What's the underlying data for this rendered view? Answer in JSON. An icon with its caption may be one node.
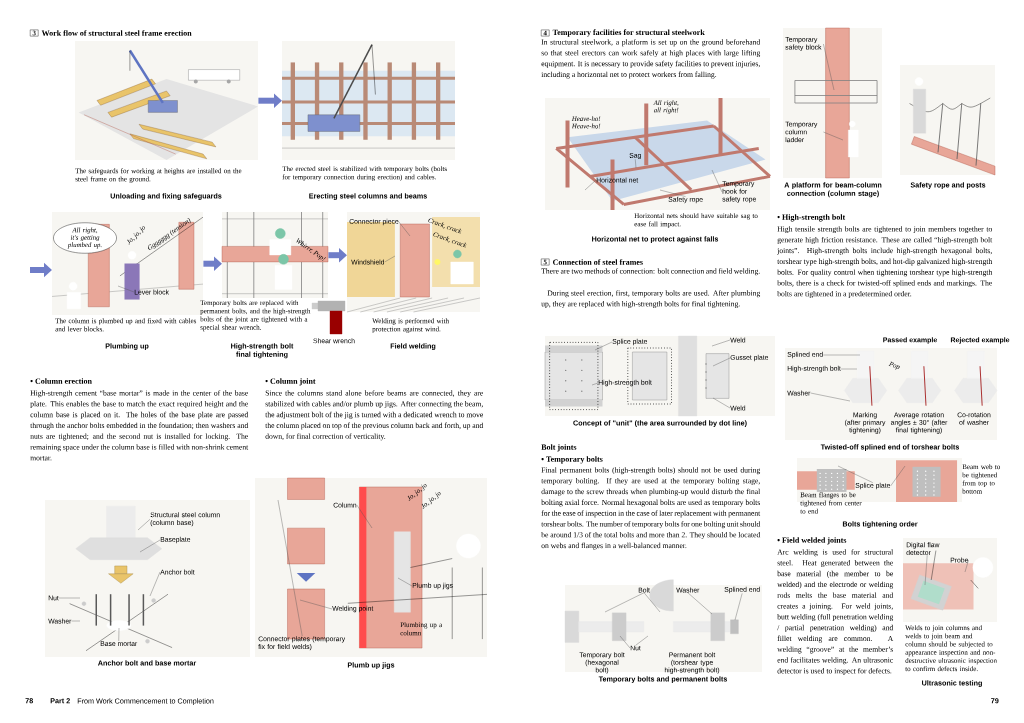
{
  "diagram": {
    "nodes": [
      {
        "text": [
          "3"
        ],
        "beside": [
          "Work flow of structural steel frame erection"
        ]
      },
      {
        "text": [],
        "shape": "picture",
        "beside": [
          "The safeguards for working at heights are installed on the steel frame on the ground.",
          "Unloading and fixing safeguards"
        ]
      },
      {
        "text": [],
        "shape": "picture",
        "beside": [
          "The erected steel is stabilized with temporary bolts (bolts for temporary connection during erection) and cables.",
          "Erecting steel columns and beams"
        ]
      },
      {
        "text": [],
        "shape": "picture",
        "beside": [
          "The column is plumbed up and fixed with cables and lever blocks.",
          "Plumbing up"
        ]
      },
      {
        "text": [
          "All right, it's getting plumbed up."
        ],
        "in": 3
      },
      {
        "text": [
          "Lever block"
        ],
        "in": 3
      },
      {
        "text": [],
        "shape": "picture",
        "beside": [
          "Temporary bolts are replaced with permanent bolts, and the high-strength bolts of the joint are tightened with a special shear wrench.",
          "High-strength bolt final tightening"
        ]
      },
      {
        "text": [],
        "shape": "picture",
        "beside": [
          "Welding is performed with protection against wind.",
          "Field welding"
        ]
      },
      {
        "text": [
          "Connector piece"
        ],
        "in": 7
      },
      {
        "text": [
          "Windshield"
        ],
        "in": 7
      },
      {
        "text": [],
        "shape": "picture",
        "beside": [
          "Anchor bolt and base mortar"
        ]
      },
      {
        "text": [
          "Structural steel column (column base)"
        ],
        "in": 10
      },
      {
        "text": [
          "Baseplate"
        ],
        "in": 10
      },
      {
        "text": [
          "Anchor bolt"
        ],
        "in": 10
      },
      {
        "text": [
          "Nut"
        ],
        "in": 10
      },
      {
        "text": [
          "Washer"
        ],
        "in": 10
      },
      {
        "text": [
          "Base mortar"
        ],
        "in": 10
      },
      {
        "text": [],
        "shape": "picture",
        "beside": [
          "Plumb up jigs"
        ]
      },
      {
        "text": [
          "Column"
        ],
        "in": 17
      },
      {
        "text": [
          "Plumb up jigs"
        ],
        "in": 17
      },
      {
        "text": [
          "Welding point"
        ],
        "in": 17
      },
      {
        "text": [
          "Connector plates (temporary fix for field welds)"
        ],
        "in": 17
      },
      {
        "text": [
          "4"
        ],
        "beside": [
          "Temporary facilities for structural steelwork"
        ]
      },
      {
        "text": [],
        "shape": "picture",
        "beside": [
          "Horizontal nets should have suitable sag to ease fall impact.",
          "Horizontal net to protect against falls"
        ]
      },
      {
        "text": [
          "Sag"
        ],
        "in": 23
      },
      {
        "text": [
          "Horizontal net"
        ],
        "in": 23
      },
      {
        "text": [
          "Safety rope"
        ],
        "in": 23
      },
      {
        "text": [
          "Temporary hook for safety rope"
        ],
        "in": 23
      },
      {
        "text": [],
        "shape": "picture",
        "beside": [
          "A platform for beam-column connection (column stage)"
        ]
      },
      {
        "text": [
          "Temporary safety block"
        ],
        "in": 28
      },
      {
        "text": [
          "Temporary column ladder"
        ],
        "in": 28
      },
      {
        "text": [],
        "shape": "picture",
        "beside": [
          "Safety rope and posts"
        ]
      },
      {
        "text": [
          "5"
        ],
        "beside": [
          "Connection of steel frames"
        ]
      },
      {
        "text": [],
        "shape": "picture",
        "beside": [
          "Concept of \"unit\" (the area surrounded by dot line)"
        ]
      },
      {
        "text": [
          "Splice plate"
        ],
        "in": 33
      },
      {
        "text": [
          "High-strength bolt"
        ],
        "in": 33
      },
      {
        "text": [
          "Weld"
        ],
        "in": 33
      },
      {
        "text": [
          "Gusset plate"
        ],
        "in": 33
      },
      {
        "text": [
          "Weld"
        ],
        "in": 33
      },
      {
        "text": [],
        "shape": "picture",
        "beside": [
          "Twisted-off splined end of torshear bolts"
        ]
      },
      {
        "text": [
          "Splined end"
        ],
        "in": 39
      },
      {
        "text": [
          "High-strength bolt"
        ],
        "in": 39
      },
      {
        "text": [
          "Washer"
        ],
        "in": 39
      },
      {
        "text": [],
        "shape": "picture",
        "beside": [
          "Bolts tightening order"
        ]
      },
      {
        "text": [
          "Splice plate"
        ],
        "in": 43
      },
      {
        "text": [],
        "shape": "picture",
        "beside": [
          "Temporary bolts and permanent bolts"
        ]
      },
      {
        "text": [
          "Bolt"
        ],
        "in": 45
      },
      {
        "text": [
          "Washer"
        ],
        "in": 45
      },
      {
        "text": [
          "Splined end"
        ],
        "in": 45
      },
      {
        "text": [
          "Nut"
        ],
        "in": 45
      },
      {
        "text": [],
        "shape": "picture",
        "beside": [
          "Welds to join columns and welds to join beam and column should be subjected to appearance inspection and non-destructive ultrasonic inspection to confirm defects inside.",
          "Ultrasonic testing"
        ]
      },
      {
        "text": [
          "Digital flaw detector"
        ],
        "in": 50
      },
      {
        "text": [
          "Probe"
        ],
        "in": 50
      }
    ],
    "edges": [
      {
        "from": 1,
        "to": 2,
        "arrow": "to",
        "style": "thick",
        "color": "#6f7dc8"
      },
      {
        "from": null,
        "to": 3,
        "arrow": "to",
        "style": "thick",
        "color": "#6f7dc8"
      },
      {
        "from": 3,
        "to": 6,
        "arrow": "to",
        "style": "thick",
        "color": "#6f7dc8"
      },
      {
        "from": 6,
        "to": 7,
        "arrow": "to",
        "style": "thick",
        "color": "#6f7dc8"
      },
      {
        "from": 5,
        "to": null,
        "arrow": "none"
      },
      {
        "from": 8,
        "to": null,
        "arrow": "none"
      },
      {
        "from": 9,
        "to": null,
        "arrow": "none"
      },
      {
        "from": 11,
        "to": null,
        "arrow": "none"
      },
      {
        "from": 12,
        "to": null,
        "arrow": "none"
      },
      {
        "from": 13,
        "to": null,
        "arrow": "none"
      },
      {
        "from": 14,
        "to": null,
        "arrow": "none"
      },
      {
        "from": 15,
        "to": null,
        "arrow": "none"
      },
      {
        "from": 16,
        "to": null,
        "arrow": "none"
      },
      {
        "from": 18,
        "to": null,
        "arrow": "none"
      },
      {
        "from": 19,
        "to": null,
        "arrow": "none"
      },
      {
        "from": 20,
        "to": null,
        "arrow": "none"
      },
      {
        "from": 21,
        "to": null,
        "arrow": "none"
      },
      {
        "from": 24,
        "to": null,
        "arrow": "none"
      },
      {
        "from": 25,
        "to": null,
        "arrow": "none"
      },
      {
        "from": 26,
        "to": null,
        "arrow": "none"
      },
      {
        "from": 27,
        "to": null,
        "arrow": "none"
      },
      {
        "from": 29,
        "to": null,
        "arrow": "none"
      },
      {
        "from": 30,
        "to": null,
        "arrow": "none"
      },
      {
        "from": 34,
        "to": null,
        "arrow": "none"
      },
      {
        "from": 35,
        "to": null,
        "arrow": "none"
      },
      {
        "from": 36,
        "to": null,
        "arrow": "none"
      },
      {
        "from": 37,
        "to": null,
        "arrow": "none"
      },
      {
        "from": 38,
        "to": null,
        "arrow": "none"
      },
      {
        "from": 40,
        "to": null,
        "arrow": "none"
      },
      {
        "from": 41,
        "to": null,
        "arrow": "none"
      },
      {
        "from": 42,
        "to": null,
        "arrow": "none"
      },
      {
        "from": 44,
        "to": null,
        "arrow": "none"
      },
      {
        "from": 44,
        "to": null,
        "arrow": "none"
      },
      {
        "from": 46,
        "to": null,
        "arrow": "none"
      },
      {
        "from": 46,
        "to": null,
        "arrow": "none"
      },
      {
        "from": 47,
        "to": null,
        "arrow": "none"
      },
      {
        "from": 48,
        "to": null,
        "arrow": "none"
      },
      {
        "from": 49,
        "to": null,
        "arrow": "none"
      },
      {
        "from": 49,
        "to": null,
        "arrow": "none"
      },
      {
        "from": 51,
        "to": null,
        "arrow": "none"
      },
      {
        "from": 52,
        "to": null,
        "arrow": "none"
      }
    ],
    "labels": [
      "Jo, jo, jo",
      "Ggggggg (tension)",
      "Whirrr, Pop!",
      "Shear wrench",
      "Crack, crack",
      "Crack, crack",
      "• Column erection",
      "High-strength cement “base mortar” is made in the center of the base plate. This enables the base to match the exact required height and the column base is placed on it. The holes of the base plate are passed through the anchor bolts embedded in the foundation; then washers and nuts are tightened; and the second nut is installed for locking. The remaining space under the column base is filled with non-shrink cement mortar.",
      "• Column joint",
      "Since the columns stand alone before beams are connected, they are stabilized with cables and/or plumb up jigs. After connecting the beam, the adjustment bolt of the jig is turned with a dedicated wrench to move the column placed on top of the previous column back and forth, up and down, for final correction of verticality.",
      "Jo, jo, jo",
      "Jo, jo, jo",
      "Plumbing up a column",
      "78",
      "Part 2",
      "From Work Commencement to Completion",
      "In structural steelwork, a platform is set up on the ground beforehand so that steel erectors can work safely at high places with large lifting equipment. It is necessary to provide safety facilities to prevent injuries, including a horizontal net to protect workers from falling.",
      "Heave-ho! Heave-ho!",
      "All right, all right!",
      "There are two methods of connection: bolt connection and field welding.",
      "During steel erection, first, temporary bolts are used. After plumbing up, they are replaced with high-strength bolts for final tightening.",
      "• High-strength bolt",
      "High tensile strength bolts are tightened to join members together to generate high friction resistance. These are called “high-strength bolt joints”. High-strength bolts include high-strength hexagonal bolts, torshear type high-strength bolts, and hot-dip galvanized high-strength bolts. For quality control when tightening torshear type high-strength bolts, there is a check for twisted-off splined ends and markings. The bolts are tightened in a predetermined order.",
      "Bolt joints",
      "• Temporary bolts",
      "Final permanent bolts (high-strength bolts) should not be used during temporary bolting. If they are used at the temporary bolting stage, damage to the screw threads when plumbing-up would disturb the final bolting axial force. Normal hexagonal bolts are used as temporary bolts for the ease of inspection in the case of later replacement with permanent torshear bolts. The number of temporary bolts for one bolting unit should be around 1/3 of the total bolts and more than 2. They should be located on webs and flanges in a well-balanced manner.",
      "Temporary bolt (hexagonal bolt)",
      "Permanent bolt (torshear type high-strength bolt)",
      "Passed example",
      "Rejected example",
      "Pop",
      "Marking (after primary tightening)",
      "Average rotation angles ± 30° (after final tightening)",
      "Co-rotation of washer",
      "Beam flanges to be tightened from center to end",
      "Beam web to be tightened from top to bottom",
      "• Field welded joints",
      "Arc welding is used for structural steel. Heat generated between the base material (the member to be welded) and the electrode or welding rods melts the base material and creates a joining. For weld joints, butt welding (full penetration welding / partial penetration welding) and fillet welding are common. A welding “groove” at the member’s end facilitates welding. An ultrasonic detector is used to inspect for defects.",
      "79"
    ]
  }
}
